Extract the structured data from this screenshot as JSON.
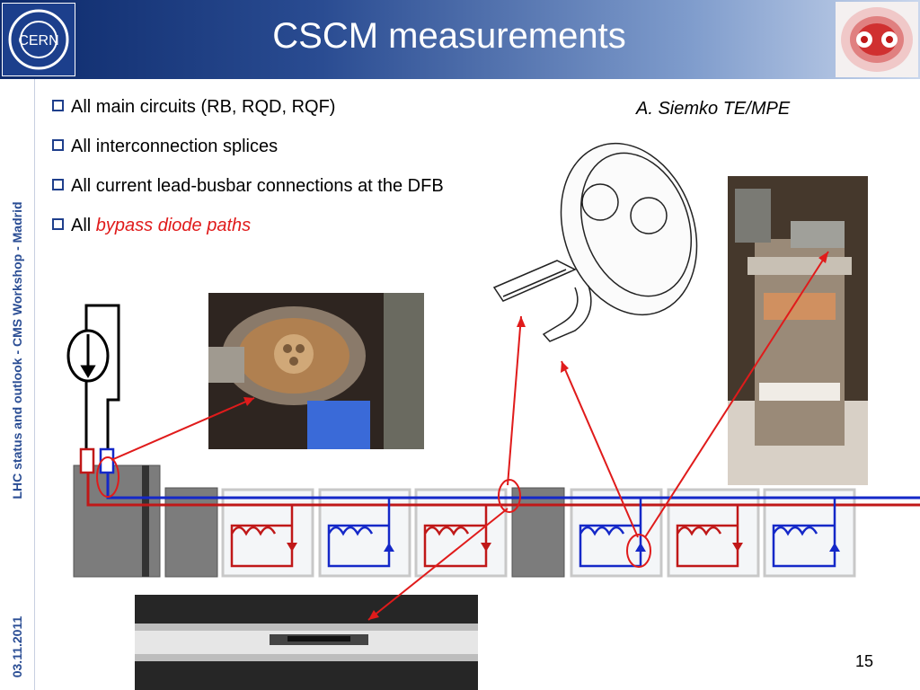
{
  "header": {
    "title": "CSCM measurements",
    "logo_left": "CERN"
  },
  "author": "A. Siemko TE/MPE",
  "bullets": [
    {
      "text": "All main circuits (RB, RQD, RQF)"
    },
    {
      "text": "All interconnection splices"
    },
    {
      "text": "All current lead-busbar connections at the DFB"
    },
    {
      "prefix": "All ",
      "highlight": "bypass diode paths"
    }
  ],
  "footer": {
    "sidebar_text": "LHC status and outlook - CMS Workshop - Madrid",
    "date": "03.11.2011",
    "page": "15"
  },
  "colors": {
    "accent": "#1f3f8c",
    "highlight": "#e01b1b",
    "circuit_blue": "#1428c8",
    "circuit_red": "#c01818"
  },
  "icons": {
    "bullet": "square-bullet-icon"
  }
}
